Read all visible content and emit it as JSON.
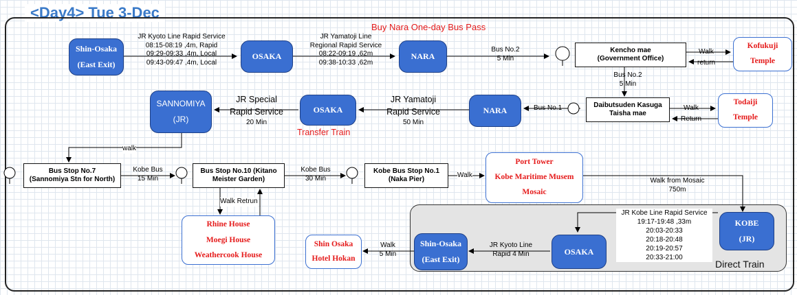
{
  "title": "<Day4> Tue 3-Dec",
  "banner": "Buy Nara One-day Bus Pass",
  "stations": {
    "shin_osaka_start": [
      "Shin-Osaka",
      "(East Exit)"
    ],
    "osaka_1": [
      "OSAKA"
    ],
    "nara_1": [
      "NARA"
    ],
    "sannomiya": [
      "SANNOMIYA",
      "(JR)"
    ],
    "osaka_2": [
      "OSAKA"
    ],
    "nara_2": [
      "NARA"
    ],
    "kobe_jr": [
      "KOBE",
      "(JR)"
    ],
    "osaka_3": [
      "OSAKA"
    ],
    "shin_osaka_end": [
      "Shin-Osaka",
      "(East Exit)"
    ]
  },
  "stops": {
    "kencho_mae": [
      "Kencho mae",
      "(Government Office)"
    ],
    "daibutsuden": [
      "Daibutsuden Kasuga",
      "Taisha mae"
    ],
    "bus_stop_7": [
      "Bus Stop No.7",
      "(Sannomiya Stn for North)"
    ],
    "bus_stop_10": [
      "Bus Stop No.10 (Kitano",
      "Meister Garden)"
    ],
    "kobe_bus_stop_1": [
      "Kobe Bus Stop No.1",
      "(Naka Pier)"
    ]
  },
  "attractions": {
    "kofukuji": [
      "Kofukuji",
      "Temple"
    ],
    "todaiji": [
      "Todaiji",
      "Temple"
    ],
    "port_area": [
      "Port Tower",
      "Kobe Maritime Musem",
      "Mosaic"
    ],
    "kitano": [
      "Rhine House",
      "Moegi House",
      "Weathercook House"
    ],
    "hotel": [
      "Shin Osaka",
      "Hotel Hokan"
    ]
  },
  "routes": {
    "jr_kyoto_line": [
      "JR Kyoto Line Rapid Service",
      "08:15-08:19 ,4m, Rapid",
      "09:29-09:33 ,4m, Local",
      "09:43-09:47 ,4m, Local"
    ],
    "jr_yamatoji_line": [
      "JR Yamatoji Line",
      "Regional Rapid Service",
      "08:22-09:19 ,62m",
      "09:38-10:33 ,62m"
    ],
    "bus_no2_a": [
      "Bus No.2",
      "5 Min"
    ],
    "bus_no2_b": [
      "Bus No.2",
      "5 Min"
    ],
    "walk_kofukuji": "Walk",
    "return_kofukuji": "return",
    "walk_todaiji": "Walk",
    "return_todaiji": "Return",
    "bus_no1": "Bus No.1",
    "yamatoji_back": [
      "JR Yamatoji",
      "Rapid Service",
      "50 Min"
    ],
    "jr_special": [
      "JR Special",
      "Rapid Service",
      "20 Min"
    ],
    "transfer": "Transfer Train",
    "walk_sannomiya": "walk",
    "kobe_bus_1": [
      "Kobe Bus",
      "15 Min"
    ],
    "kobe_bus_2": [
      "Kobe Bus",
      "30 Min"
    ],
    "walk_naka": "Walk",
    "walk_retrun": "Walk Retrun",
    "walk_mosaic": [
      "Walk from Mosaic",
      "750m"
    ],
    "jr_kobe_line": [
      "JR Kobe Line Rapid Service",
      "19:17-19:48 ,33m",
      "20:03-20:33",
      "20:18-20:48",
      "20:19-20:57",
      "20:33-21:00"
    ],
    "jr_kyoto_back": [
      "JR Kyoto Line",
      "Rapid 4 Min"
    ],
    "walk_hotel": [
      "Walk",
      "5 Min"
    ]
  },
  "direct_train": "Direct Train",
  "colors": {
    "station": "#3a6fd1",
    "attraction_text": "#e51b1b",
    "title": "#3a7ac8"
  }
}
